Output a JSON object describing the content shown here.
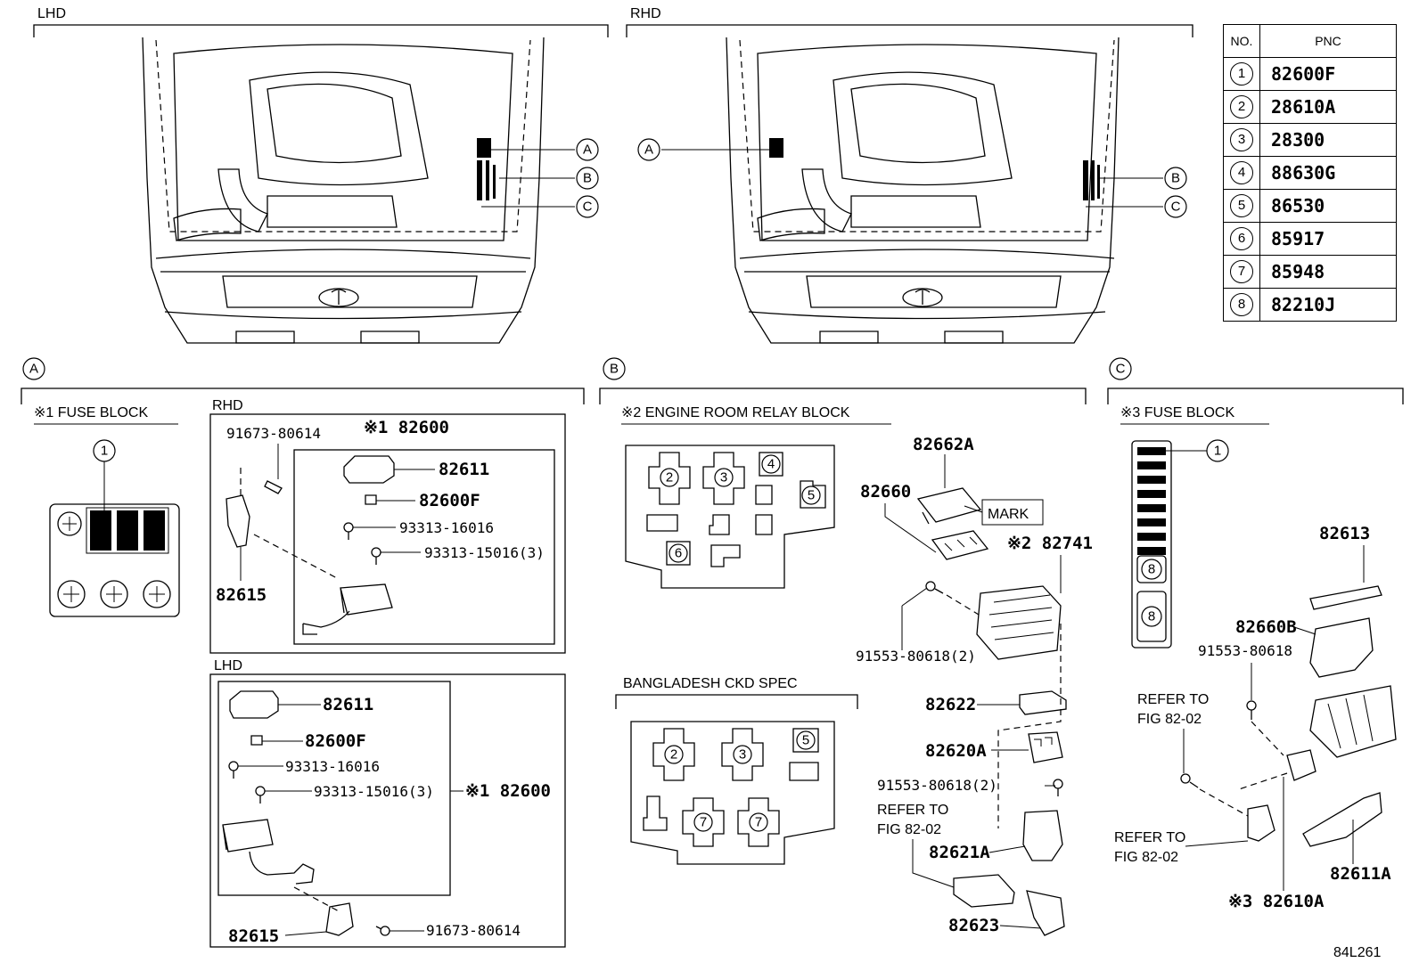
{
  "views": {
    "lhd": "LHD",
    "rhd": "RHD"
  },
  "callouts": {
    "a": "A",
    "b": "B",
    "c": "C"
  },
  "table": {
    "headers": [
      "NO.",
      "PNC"
    ],
    "rows": [
      {
        "no": "1",
        "pnc": "82600F"
      },
      {
        "no": "2",
        "pnc": "28610A"
      },
      {
        "no": "3",
        "pnc": "28300"
      },
      {
        "no": "4",
        "pnc": "88630G"
      },
      {
        "no": "5",
        "pnc": "86530"
      },
      {
        "no": "6",
        "pnc": "85917"
      },
      {
        "no": "7",
        "pnc": "85948"
      },
      {
        "no": "8",
        "pnc": "82210J"
      }
    ]
  },
  "section_a": {
    "title": "※1 FUSE BLOCK",
    "num1": "1",
    "rhd": {
      "label": "RHD",
      "bolt_top": "91673-80614",
      "assy": "※1 82600",
      "cover": "82611",
      "fuse": "82600F",
      "screw1": "93313-16016",
      "screw2": "93313-15016(3)",
      "bracket": "82615"
    },
    "lhd": {
      "label": "LHD",
      "cover": "82611",
      "fuse": "82600F",
      "screw1": "93313-16016",
      "screw2": "93313-15016(3)",
      "assy": "※1 82600",
      "bracket": "82615",
      "bolt": "91673-80614"
    }
  },
  "section_b": {
    "title": "※2 ENGINE ROOM RELAY BLOCK",
    "relay_nums": [
      "2",
      "3",
      "4",
      "5",
      "6"
    ],
    "ckd_title": "BANGLADESH CKD SPEC",
    "ckd_nums": [
      "2",
      "3",
      "5",
      "7",
      "7"
    ],
    "cover": "82662A",
    "block": "82660",
    "mark": "MARK",
    "assy": "※2 82741",
    "bolt": "91553-80618(2)",
    "cover2": "82622",
    "conn": "82620A",
    "bolt2": "91553-80618(2)",
    "refer1": "REFER TO",
    "refer2": "FIG 82-02",
    "holder": "82621A",
    "bracket": "82623"
  },
  "section_c": {
    "title": "※3 FUSE BLOCK",
    "num1": "1",
    "num8a": "8",
    "num8b": "8",
    "cover": "82613",
    "block": "82660B",
    "bolt": "91553-80618",
    "refer_a1": "REFER TO",
    "refer_a2": "FIG 82-02",
    "refer_b1": "REFER TO",
    "refer_b2": "FIG 82-02",
    "holder": "82611A",
    "assy": "※3 82610A"
  },
  "figure_id": "84L261"
}
